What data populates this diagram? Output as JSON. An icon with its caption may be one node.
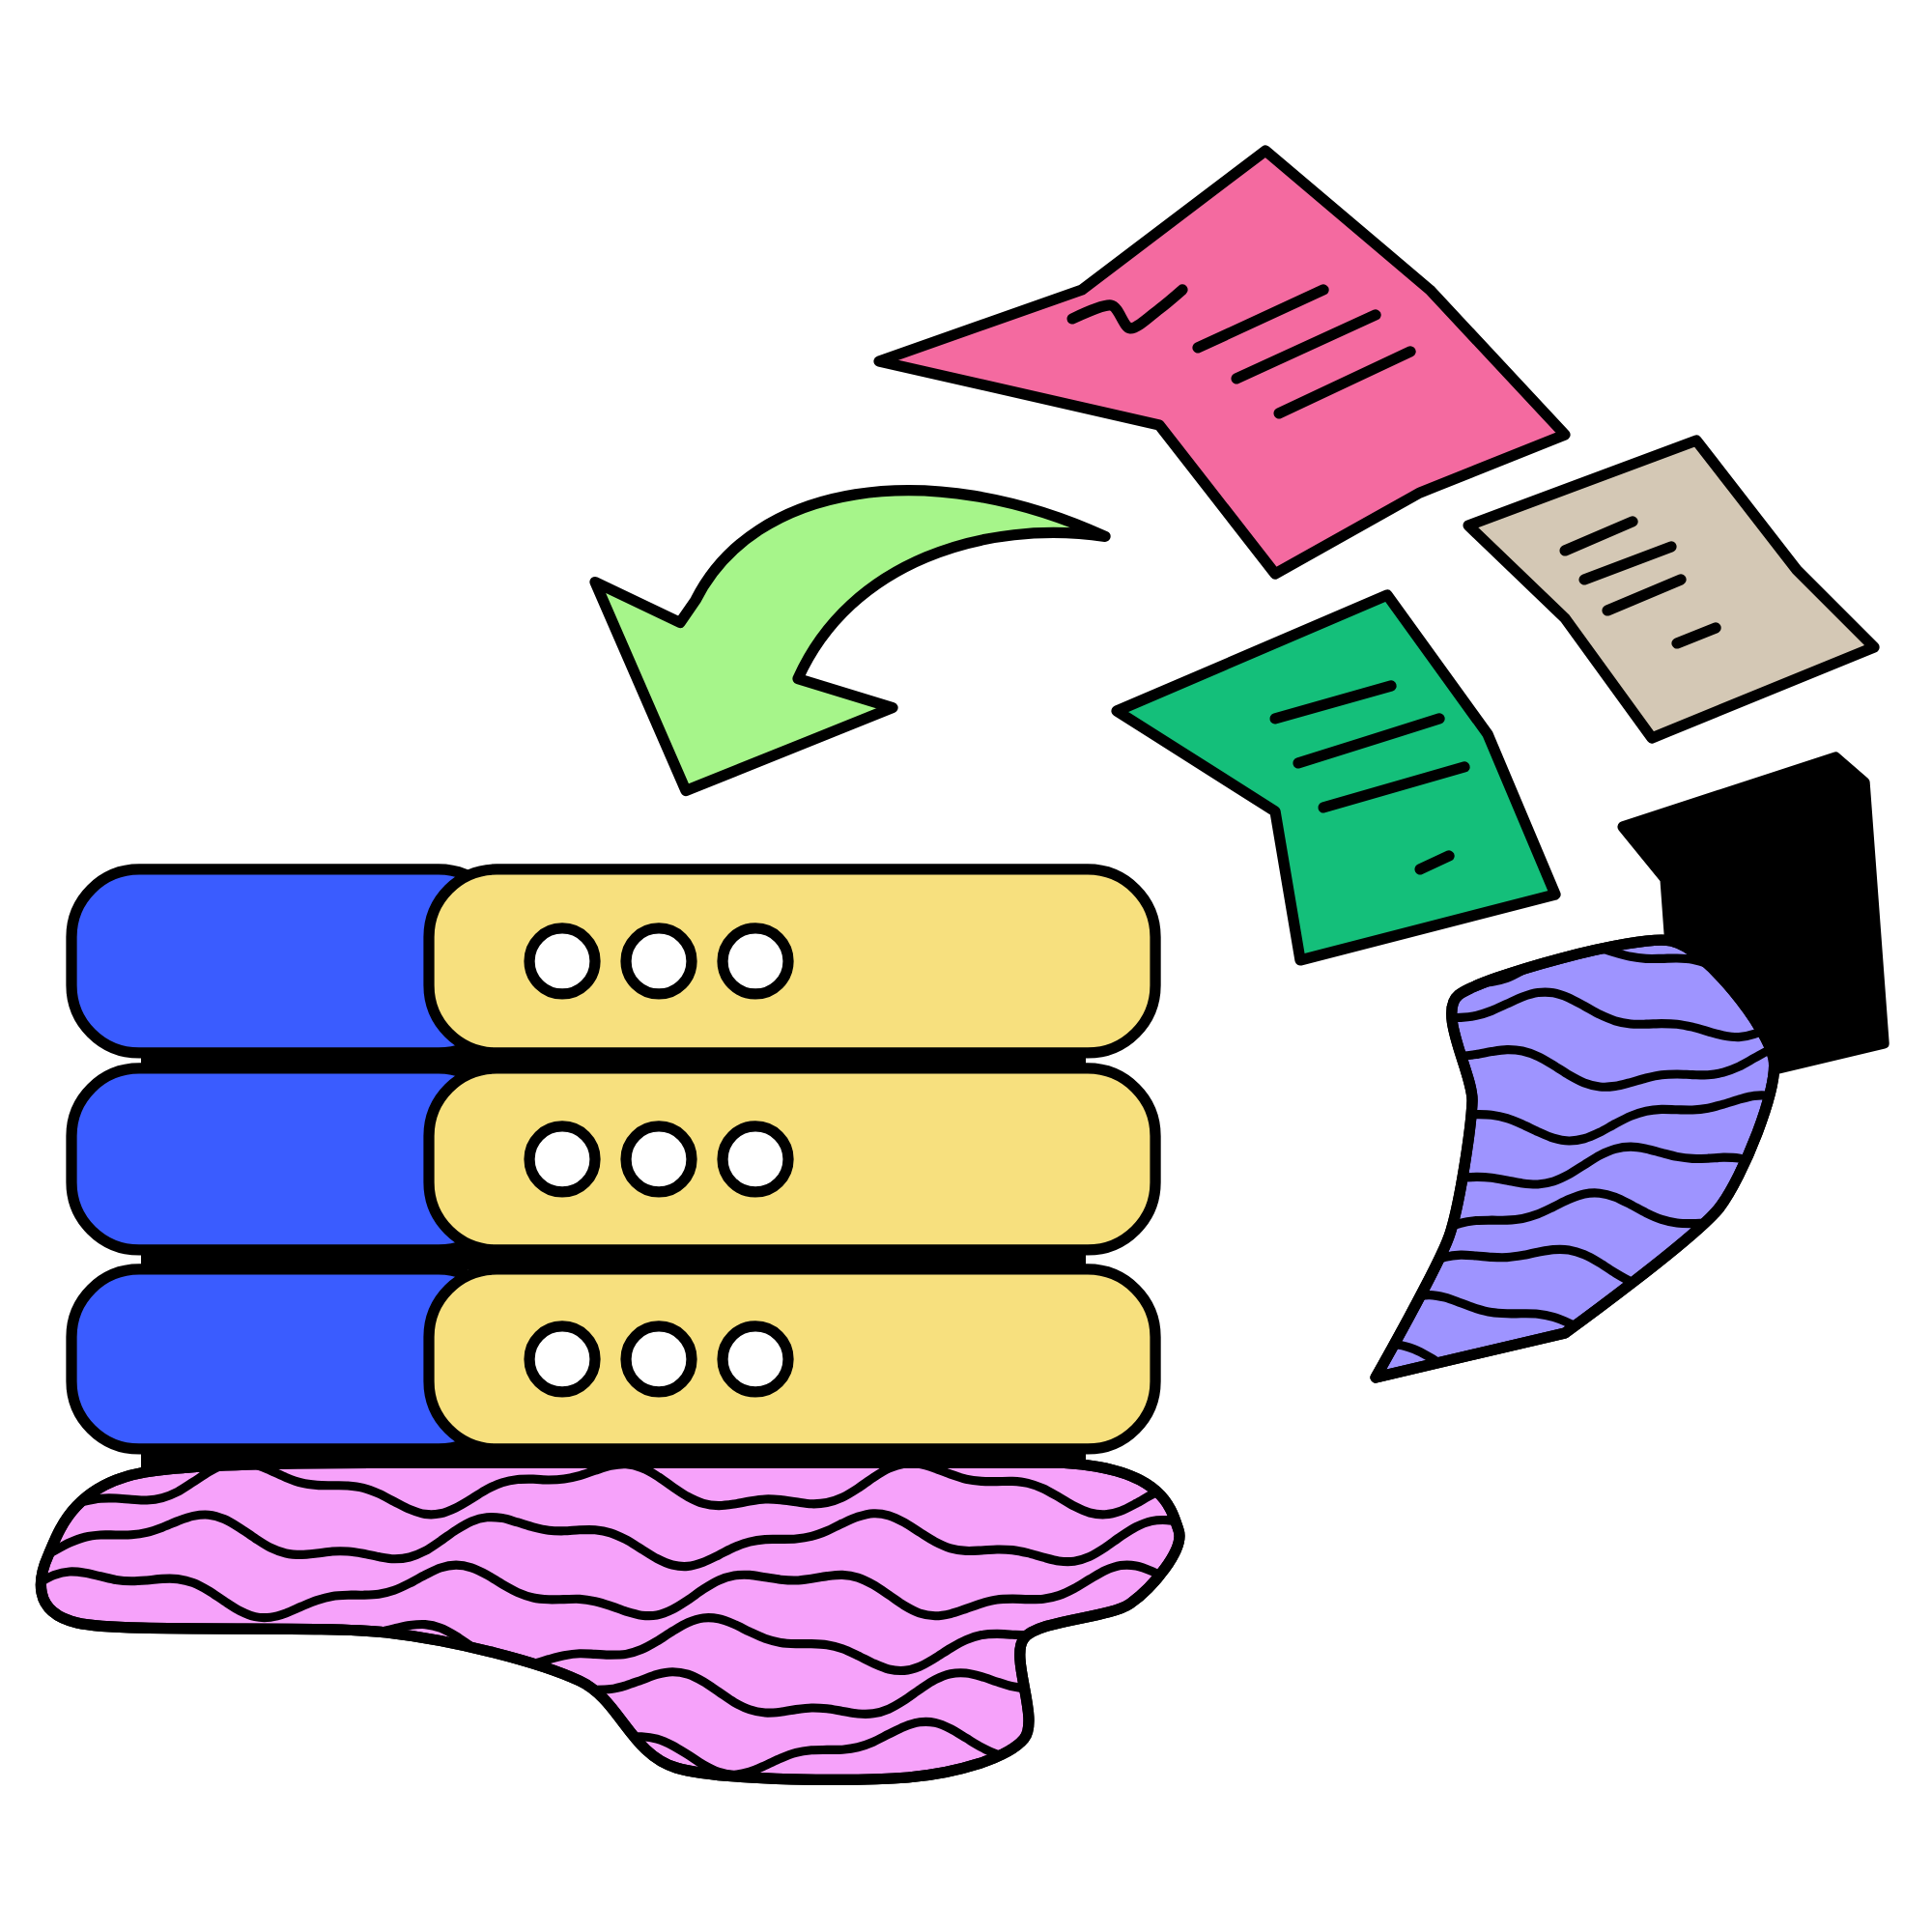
{
  "diagram": {
    "nodes": [
      {
        "text": [],
        "shape": "picture"
      },
      {
        "text": [],
        "shape": "picture"
      },
      {
        "text": [],
        "shape": "picture"
      },
      {
        "text": [],
        "shape": "picture"
      },
      {
        "text": [],
        "shape": "picture"
      }
    ],
    "edges": [
      {
        "from": 0,
        "to": 4,
        "arrow": "to"
      }
    ]
  }
}
